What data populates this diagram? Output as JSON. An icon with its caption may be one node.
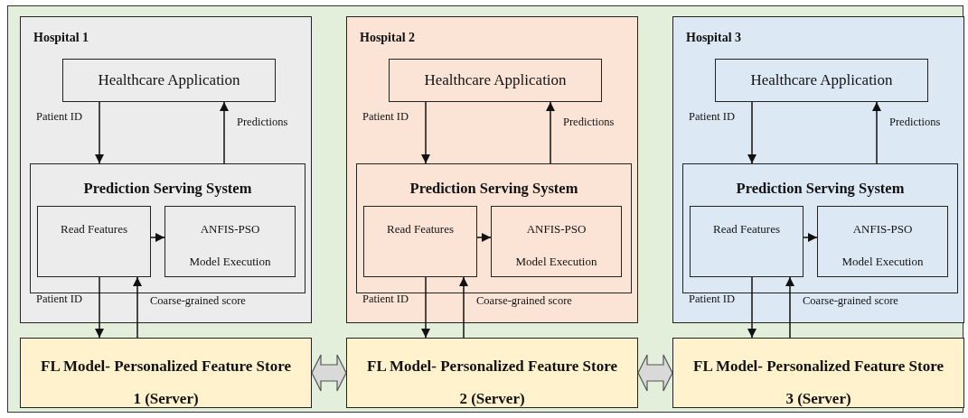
{
  "diagram": {
    "nodes": [
      {
        "text": [
          "Hospital 1"
        ]
      },
      {
        "text": [
          "Healthcare Application"
        ],
        "in": 0
      },
      {
        "text": [
          "Prediction Serving System"
        ],
        "in": 0
      },
      {
        "text": [
          "Read Features"
        ],
        "in": 2
      },
      {
        "text": [
          "ANFIS-PSO",
          "Model Execution"
        ],
        "in": 2
      },
      {
        "text": [
          "Hospital 2"
        ]
      },
      {
        "text": [
          "Healthcare Application"
        ],
        "in": 5
      },
      {
        "text": [
          "Prediction Serving System"
        ],
        "in": 5
      },
      {
        "text": [
          "Read Features"
        ],
        "in": 7
      },
      {
        "text": [
          "ANFIS-PSO",
          "Model Execution"
        ],
        "in": 7
      },
      {
        "text": [
          "Hospital 3"
        ]
      },
      {
        "text": [
          "Healthcare Application"
        ],
        "in": 10
      },
      {
        "text": [
          "Prediction Serving System"
        ],
        "in": 10
      },
      {
        "text": [
          "Read Features"
        ],
        "in": 12
      },
      {
        "text": [
          "ANFIS-PSO",
          "Model Execution"
        ],
        "in": 12
      },
      {
        "text": [
          "FL Model- Personalized Feature Store 1 (Server)"
        ]
      },
      {
        "text": [
          "FL Model- Personalized Feature Store 2 (Server)"
        ]
      },
      {
        "text": [
          "FL Model- Personalized Feature Store 3 (Server)"
        ]
      }
    ],
    "edges": [
      {
        "from": 1,
        "to": 2,
        "arrow": "to",
        "label": "Patient ID"
      },
      {
        "from": 2,
        "to": 1,
        "arrow": "to",
        "label": "Predictions"
      },
      {
        "from": 3,
        "to": 4,
        "arrow": "to"
      },
      {
        "from": 3,
        "to": 15,
        "arrow": "to",
        "label": "Patient ID"
      },
      {
        "from": 15,
        "to": 3,
        "arrow": "to",
        "label": "Coarse-grained score"
      },
      {
        "from": 6,
        "to": 7,
        "arrow": "to",
        "label": "Patient ID"
      },
      {
        "from": 7,
        "to": 6,
        "arrow": "to",
        "label": "Predictions"
      },
      {
        "from": 8,
        "to": 9,
        "arrow": "to"
      },
      {
        "from": 8,
        "to": 16,
        "arrow": "to",
        "label": "Patient ID"
      },
      {
        "from": 16,
        "to": 8,
        "arrow": "to",
        "label": "Coarse-grained score"
      },
      {
        "from": 11,
        "to": 12,
        "arrow": "to",
        "label": "Patient ID"
      },
      {
        "from": 12,
        "to": 11,
        "arrow": "to",
        "label": "Predictions"
      },
      {
        "from": 13,
        "to": 14,
        "arrow": "to"
      },
      {
        "from": 13,
        "to": 17,
        "arrow": "to",
        "label": "Patient ID"
      },
      {
        "from": 17,
        "to": 13,
        "arrow": "to",
        "label": "Coarse-grained score"
      },
      {
        "from": 15,
        "to": 16,
        "arrow": "both",
        "style": "thick"
      },
      {
        "from": 16,
        "to": 17,
        "arrow": "both",
        "style": "thick"
      }
    ]
  }
}
